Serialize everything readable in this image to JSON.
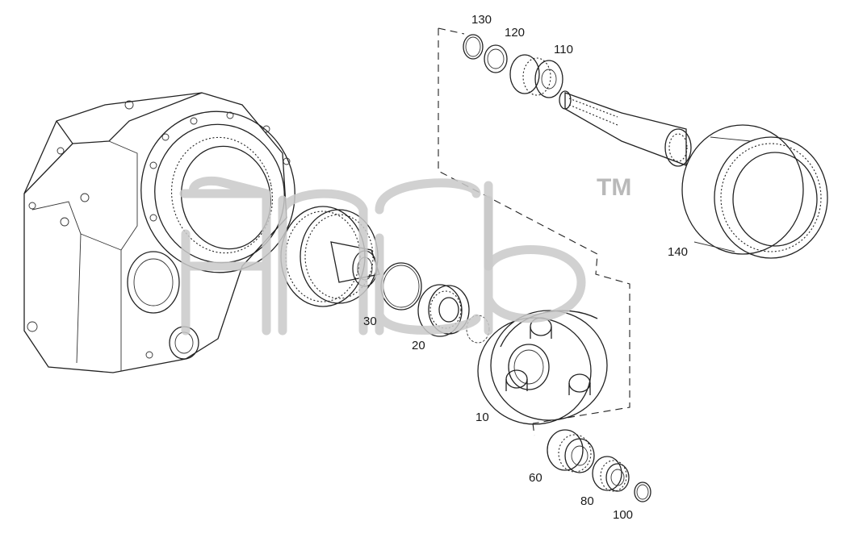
{
  "parts": [
    {
      "id": "part-130",
      "label": "130"
    },
    {
      "id": "part-120",
      "label": "120"
    },
    {
      "id": "part-110",
      "label": "110"
    },
    {
      "id": "part-140",
      "label": "140"
    },
    {
      "id": "part-30",
      "label": "30"
    },
    {
      "id": "part-20",
      "label": "20"
    },
    {
      "id": "part-10",
      "label": "10"
    },
    {
      "id": "part-60",
      "label": "60"
    },
    {
      "id": "part-80",
      "label": "80"
    },
    {
      "id": "part-100",
      "label": "100"
    }
  ],
  "watermark": {
    "trademark": "TM"
  }
}
